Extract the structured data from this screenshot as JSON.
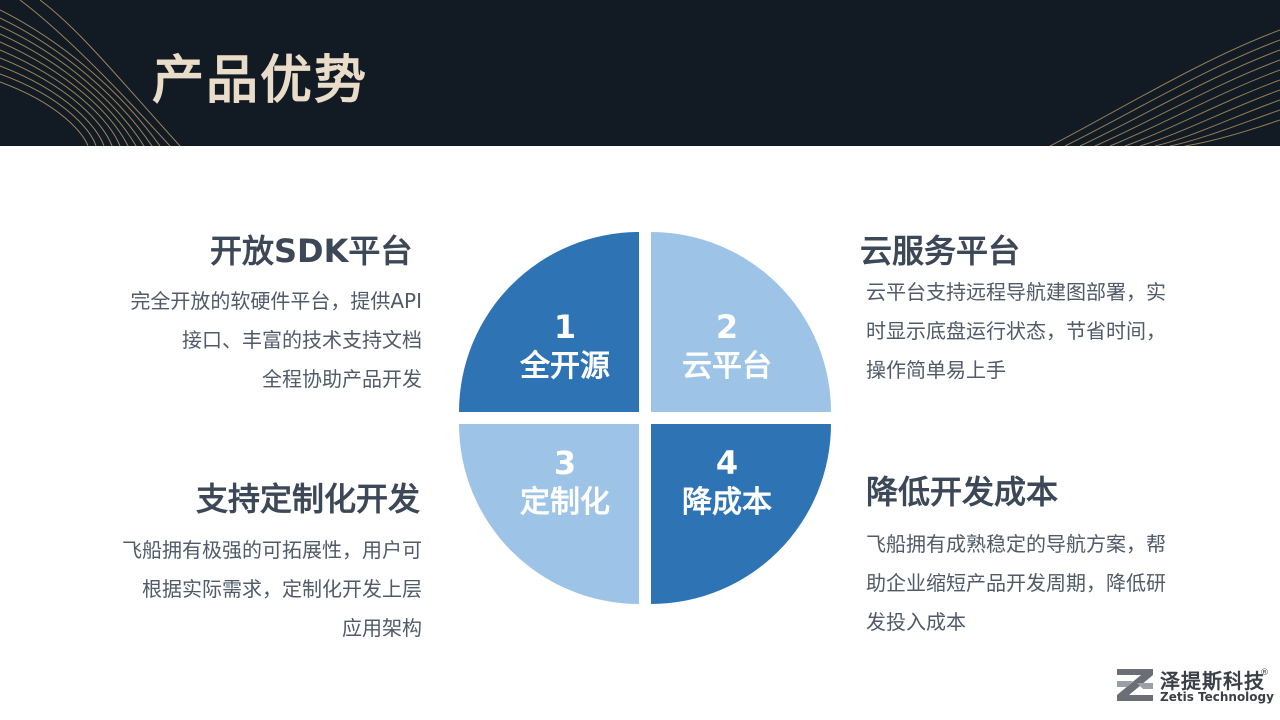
{
  "slide": {
    "title": "产品优势"
  },
  "features": [
    {
      "heading": "开放SDK平台",
      "lines": [
        "完全开放的软硬件平台，提供API",
        "接口、丰富的技术支持文档",
        "全程协助产品开发"
      ]
    },
    {
      "heading": "云服务平台",
      "lines": [
        "云平台支持远程导航建图部署，实",
        "时显示底盘运行状态，节省时间，",
        "操作简单易上手"
      ]
    },
    {
      "heading": "支持定制化开发",
      "lines": [
        "飞船拥有极强的可拓展性，用户可",
        "根据实际需求，定制化开发上层",
        "应用架构"
      ]
    },
    {
      "heading": "降低开发成本",
      "lines": [
        "飞船拥有成熟稳定的导航方案，帮",
        "助企业缩短产品开发周期，降低研",
        "发投入成本"
      ]
    }
  ],
  "quadrants": [
    {
      "number": "1",
      "label": "全开源",
      "color": "#2e74b5"
    },
    {
      "number": "2",
      "label": "云平台",
      "color": "#9dc3e6"
    },
    {
      "number": "3",
      "label": "定制化",
      "color": "#9dc3e6"
    },
    {
      "number": "4",
      "label": "降成本",
      "color": "#2e74b5"
    }
  ],
  "brand": {
    "name_cn": "泽提斯科技",
    "name_en": "Zetis Technology",
    "registered_mark": "®"
  },
  "colors": {
    "header_bg": "#121a24",
    "title_gold": "#e9dcc8",
    "dark_blue": "#2e74b5",
    "light_blue": "#9dc3e6",
    "heading_text": "#3c4757",
    "body_text": "#505a68"
  }
}
